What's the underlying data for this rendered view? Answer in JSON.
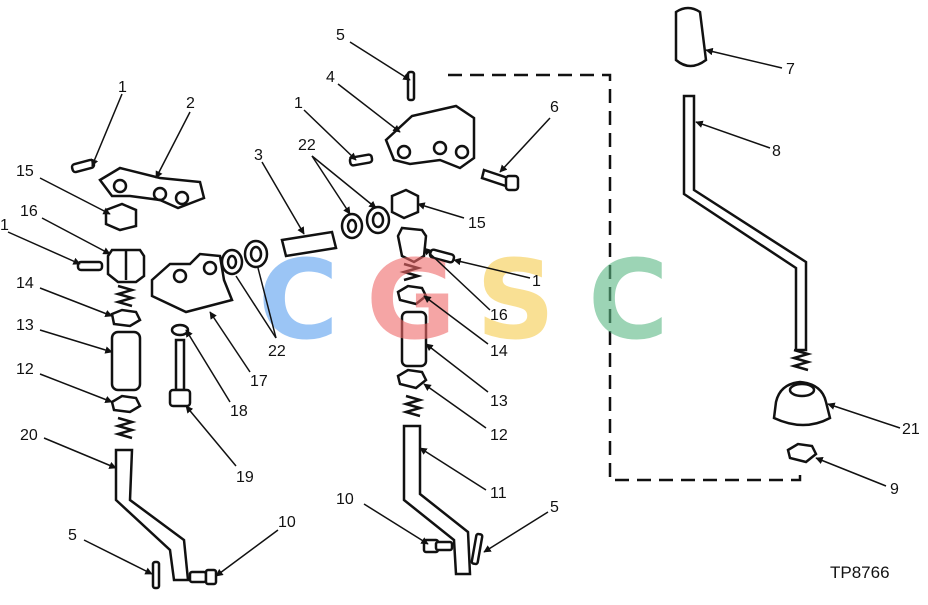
{
  "figure_code": "TP8766",
  "watermark": {
    "text": "CGSC",
    "letters": [
      "C",
      "G",
      "S",
      "C"
    ],
    "colors": [
      "#5aa0f0",
      "#f06a6a",
      "#f6cc4e",
      "#5cb885"
    ]
  },
  "callouts": {
    "c1a": "1",
    "c2": "2",
    "c15a": "15",
    "c16a": "16",
    "c1b": "1",
    "c14a": "14",
    "c13a": "13",
    "c12a": "12",
    "c20": "20",
    "c5a": "5",
    "c10a": "10",
    "c17": "17",
    "c18": "18",
    "c19": "19",
    "c3": "3",
    "c22a": "22",
    "c1c": "1",
    "c22b": "22",
    "c5b": "5",
    "c4": "4",
    "c6": "6",
    "c15b": "15",
    "c1d": "1",
    "c16b": "16",
    "c14b": "14",
    "c13b": "13",
    "c12b": "12",
    "c11": "11",
    "c10b": "10",
    "c5c": "5",
    "c7": "7",
    "c8": "8",
    "c21": "21",
    "c9": "9"
  }
}
